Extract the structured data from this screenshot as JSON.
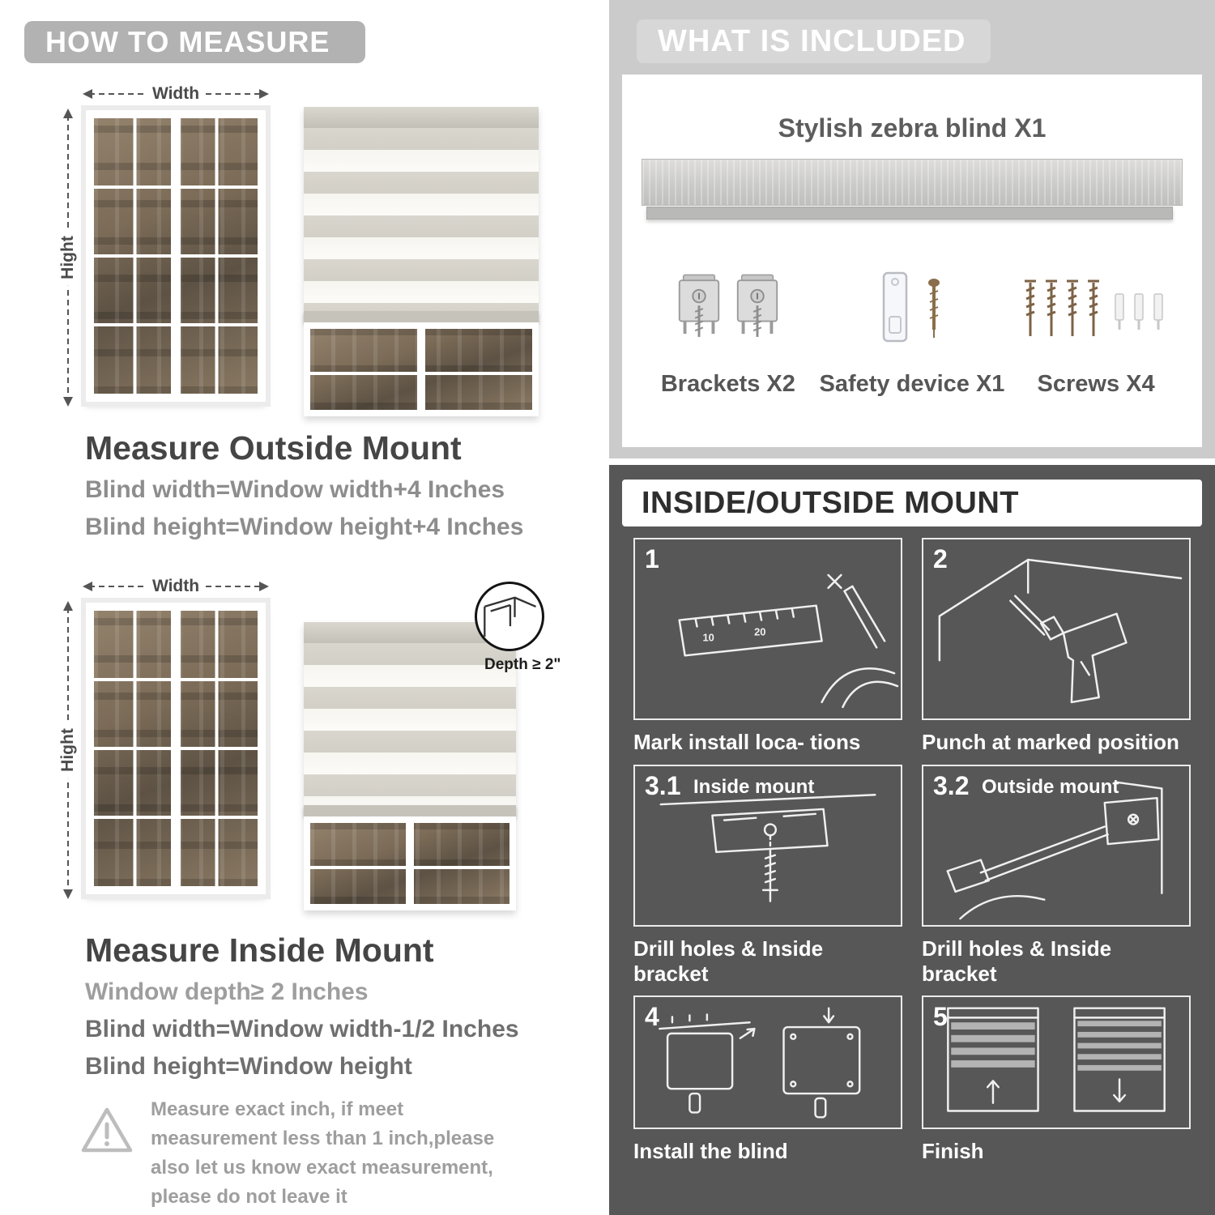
{
  "theme": {
    "badge_gray": "#b2b2b2",
    "included_bg": "#cbcbcb",
    "mount_bg": "#575757",
    "blind_stripe": "#d9d6ce",
    "text_dark": "#454545",
    "text_gray": "#8d8d8d"
  },
  "left": {
    "header": "HOW TO MEASURE",
    "outside": {
      "width_label": "Width",
      "height_label": "Hight",
      "title": "Measure Outside Mount",
      "line1": "Blind width=Window width+4 Inches",
      "line2": "Blind height=Window height+4 Inches"
    },
    "inside": {
      "width_label": "Width",
      "height_label": "Hight",
      "depth_callout": "Depth ≥ 2\"",
      "title": "Measure Inside Mount",
      "line1": "Window depth≥ 2 Inches",
      "line2": "Blind width=Window width-1/2 Inches",
      "line3": "Blind height=Window height"
    },
    "warning": {
      "text": "Measure exact inch, if meet measurement less than 1 inch,please also let us know exact measurement, please do not leave it"
    }
  },
  "included": {
    "header": "WHAT IS INCLUDED",
    "blind_label": "Stylish zebra blind X1",
    "items": [
      {
        "label": "Brackets X2"
      },
      {
        "label": "Safety device X1"
      },
      {
        "label": "Screws X4"
      }
    ]
  },
  "mount": {
    "header": "INSIDE/OUTSIDE MOUNT",
    "steps": [
      {
        "num": "1",
        "caption": "Mark install loca- tions",
        "ruler_marks": [
          "10",
          "20"
        ]
      },
      {
        "num": "2",
        "caption": "Punch at  marked position"
      },
      {
        "num": "3.1",
        "inner": "Inside mount",
        "caption": "Drill holes &  Inside bracket"
      },
      {
        "num": "3.2",
        "inner": "Outside mount",
        "caption": "Drill holes &  Inside bracket"
      },
      {
        "num": "4",
        "caption": "Install the blind"
      },
      {
        "num": "5",
        "caption": "Finish"
      }
    ]
  }
}
